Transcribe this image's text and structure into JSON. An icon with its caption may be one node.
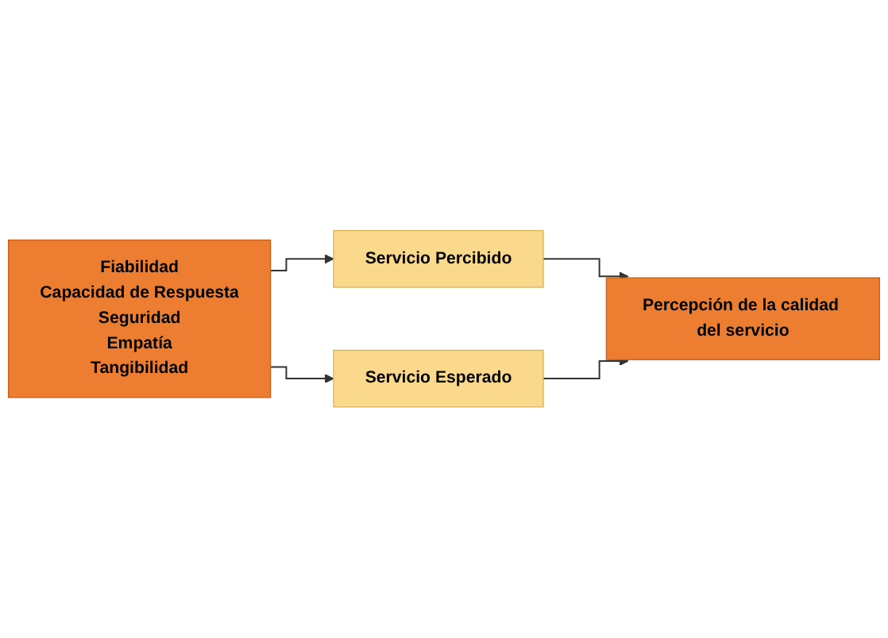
{
  "diagram": {
    "nodes": [
      {
        "text": [
          "Fiabilidad",
          "Capacidad de Respuesta",
          "Seguridad",
          "Empatía",
          "Tangibilidad"
        ]
      },
      {
        "text": [
          "Servicio Percibido"
        ]
      },
      {
        "text": [
          "Servicio Esperado"
        ]
      },
      {
        "text": [
          "Percepción de la calidad del servicio"
        ]
      }
    ],
    "edges": [
      {
        "from": 0,
        "to": 1,
        "arrow": "to"
      },
      {
        "from": 0,
        "to": 2,
        "arrow": "to"
      },
      {
        "from": 1,
        "to": 3,
        "arrow": "to"
      },
      {
        "from": 2,
        "to": 3,
        "arrow": "to"
      }
    ]
  }
}
